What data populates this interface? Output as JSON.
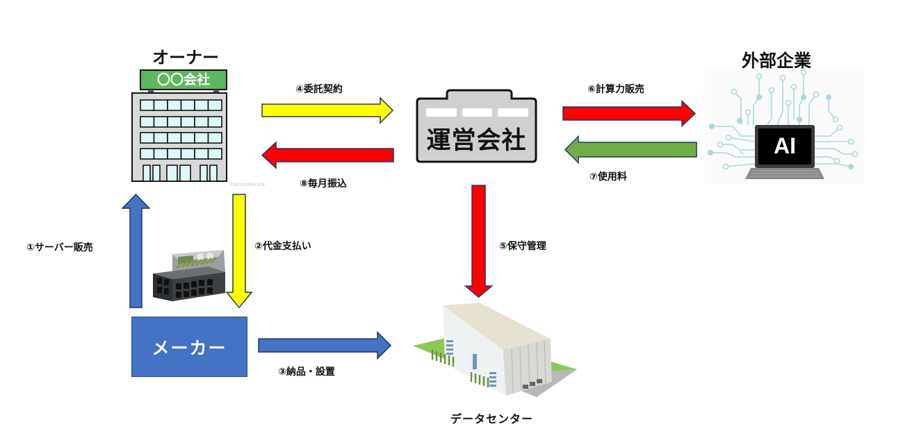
{
  "nodes": {
    "owner": {
      "title": "オーナー",
      "sign_text": "〇〇会社",
      "credit": "©DESIGNALIKIE"
    },
    "operator": {
      "title": "運営会社"
    },
    "external": {
      "title": "外部企業",
      "screen_text": "AI"
    },
    "maker": {
      "title": "メーカー"
    },
    "datacenter": {
      "title": "データセンター"
    }
  },
  "flows": [
    {
      "step": 1,
      "label": "①サーバー販売",
      "from": "maker",
      "to": "owner",
      "color": "#4472c4"
    },
    {
      "step": 2,
      "label": "②代金支払い",
      "from": "owner",
      "to": "maker",
      "color": "#ffff00"
    },
    {
      "step": 3,
      "label": "③納品・設置",
      "from": "maker",
      "to": "datacenter",
      "color": "#4472c4"
    },
    {
      "step": 4,
      "label": "④委託契約",
      "from": "owner",
      "to": "operator",
      "color": "#ffff00"
    },
    {
      "step": 5,
      "label": "⑤保守管理",
      "from": "operator",
      "to": "datacenter",
      "color": "#ff0000"
    },
    {
      "step": 6,
      "label": "⑥計算力販売",
      "from": "operator",
      "to": "external",
      "color": "#ff0000"
    },
    {
      "step": 7,
      "label": "⑦使用料",
      "from": "external",
      "to": "operator",
      "color": "#70ad47"
    },
    {
      "step": 8,
      "label": "⑧毎月振込",
      "from": "operator",
      "to": "owner",
      "color": "#ff0000"
    }
  ],
  "colors": {
    "outline": "#1f3864",
    "building_gray": "#d9d9d9",
    "window_cyan": "#ddf7fb",
    "sign_green": "#5cb85c",
    "circuit": "#a8d8dc"
  }
}
